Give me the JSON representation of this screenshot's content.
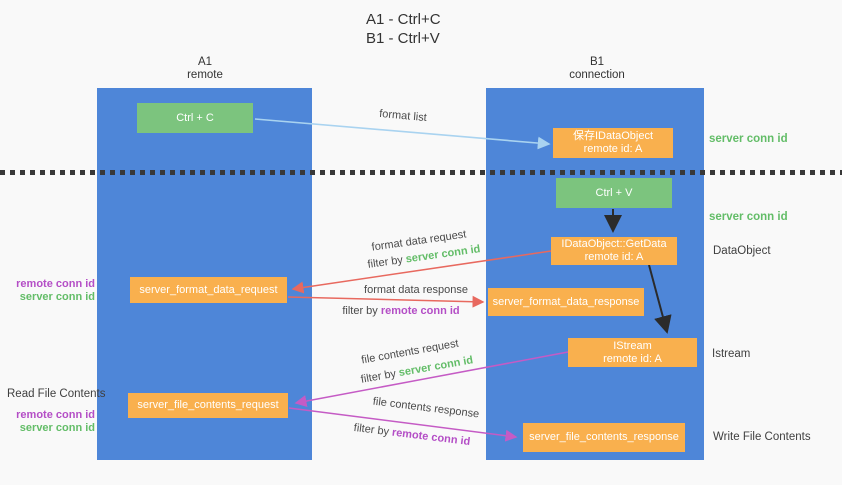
{
  "title": {
    "line1": "A1 - Ctrl+C",
    "line2": "B1 - Ctrl+V"
  },
  "columns": {
    "left": {
      "name": "A1",
      "subtitle": "remote"
    },
    "right": {
      "name": "B1",
      "subtitle": "connection"
    }
  },
  "boxes": {
    "ctrl_c": {
      "label": "Ctrl + C"
    },
    "store_dataobject": {
      "line1": "保存IDataObject",
      "line2": "remote id: A"
    },
    "ctrl_v": {
      "label": "Ctrl + V"
    },
    "getdata": {
      "line1": "IDataObject::GetData",
      "line2": "remote id: A"
    },
    "format_request": {
      "label": "server_format_data_request"
    },
    "format_response": {
      "label": "server_format_data_response"
    },
    "istream": {
      "line1": "IStream",
      "line2": "remote id: A"
    },
    "file_request": {
      "label": "server_file_contents_request"
    },
    "file_response": {
      "label": "server_file_contents_response"
    }
  },
  "side_labels": {
    "server_conn_id_top": "server conn id",
    "server_conn_id_mid": "server conn id",
    "dataobject": "DataObject",
    "istream": "Istream",
    "write_file_contents": "Write File Contents",
    "read_file_contents": "Read File Contents",
    "block1": {
      "remote": "remote conn id",
      "server": "server conn id"
    },
    "block2": {
      "remote": "remote conn id",
      "server": "server conn id"
    }
  },
  "arrow_labels": {
    "format_list": "format list",
    "format_data_request": "format data request",
    "format_data_response": "format data response",
    "file_contents_request": "file contents request",
    "file_contents_response": "file contents response",
    "filter_by": "filter by",
    "server_conn_id": "server conn id",
    "remote_conn_id": "remote conn id"
  },
  "colors": {
    "column_blue": "#4e86d8",
    "box_green": "#7cc47e",
    "box_orange": "#f9b04e",
    "arrow_lightblue": "#a9d3f0",
    "arrow_red": "#e8695f",
    "arrow_magenta": "#c55bc5",
    "arrow_black": "#2b2b2b",
    "text_green": "#63bd68",
    "text_purple": "#b44ec6",
    "text_dark": "#3f3f3f",
    "background": "#f9f9f9"
  }
}
